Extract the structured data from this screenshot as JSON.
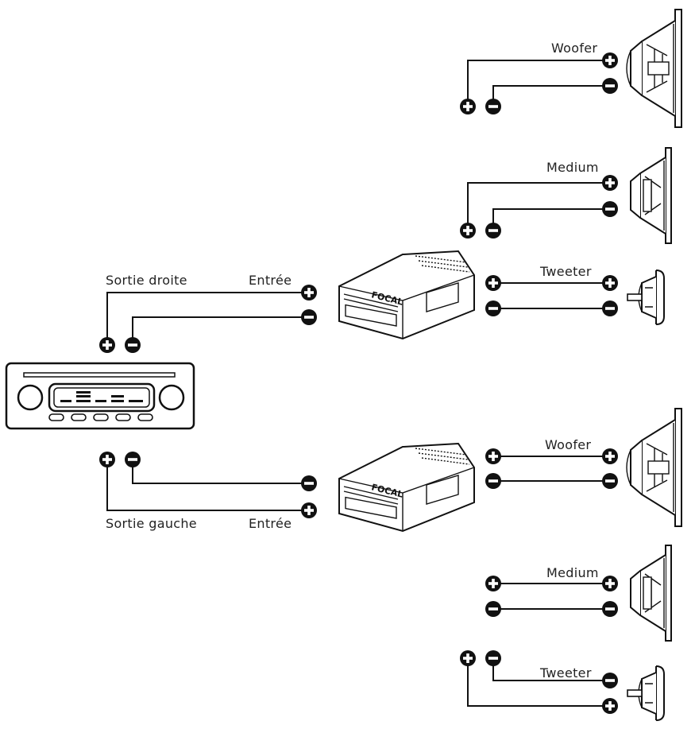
{
  "labels": {
    "sortie_droite": "Sortie droite",
    "sortie_gauche": "Sortie gauche",
    "entree_top": "Entrée",
    "entree_bottom": "Entrée",
    "woofer_top": "Woofer",
    "medium_top": "Medium",
    "tweeter_top": "Tweeter",
    "woofer_bottom": "Woofer",
    "medium_bottom": "Medium",
    "tweeter_bottom": "Tweeter"
  },
  "brand": "FOCAL",
  "colors": {
    "ink": "#111111",
    "background": "#ffffff"
  }
}
